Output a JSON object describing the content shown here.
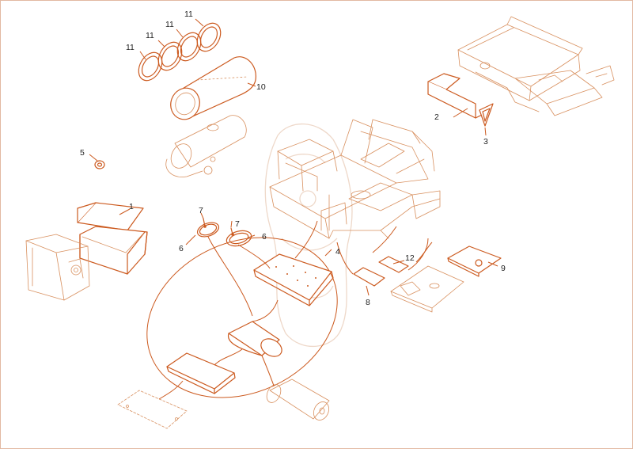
{
  "colors": {
    "line": "#cc5a1f",
    "line_light": "#d8905f",
    "label": "#1f1f1f",
    "watermark": "#eed8c9",
    "background": "#ffffff"
  },
  "callouts": {
    "c1": "1",
    "c2": "2",
    "c3": "3",
    "c4": "4",
    "c5": "5",
    "c6a": "6",
    "c6b": "6",
    "c7a": "7",
    "c7b": "7",
    "c8": "8",
    "c9": "9",
    "c10": "10",
    "c11a": "11",
    "c11b": "11",
    "c11c": "11",
    "c11d": "11",
    "c12": "12"
  }
}
